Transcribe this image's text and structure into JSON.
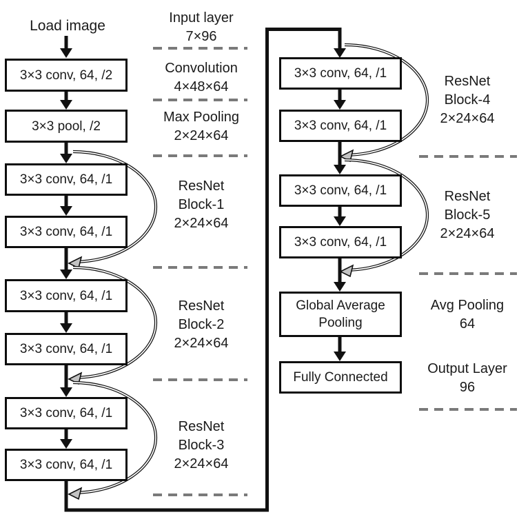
{
  "source": {
    "label": "Load image"
  },
  "boxes": {
    "left": [
      "3×3 conv, 64, /2",
      "3×3 pool, /2",
      "3×3 conv, 64, /1",
      "3×3 conv, 64, /1",
      "3×3 conv, 64, /1",
      "3×3 conv, 64, /1",
      "3×3 conv, 64, /1",
      "3×3 conv, 64, /1"
    ],
    "right": [
      "3×3 conv, 64, /1",
      "3×3 conv, 64, /1",
      "3×3 conv, 64, /1",
      "3×3 conv, 64, /1",
      "Global Average Pooling",
      "Fully Connected"
    ]
  },
  "annotations": {
    "middle": [
      {
        "lines": [
          "Input layer",
          "7×96"
        ]
      },
      {
        "lines": [
          "Convolution",
          "4×48×64"
        ]
      },
      {
        "lines": [
          "Max Pooling",
          "2×24×64"
        ]
      },
      {
        "lines": [
          "ResNet",
          "Block-1",
          "2×24×64"
        ]
      },
      {
        "lines": [
          "ResNet",
          "Block-2",
          "2×24×64"
        ]
      },
      {
        "lines": [
          "ResNet",
          "Block-3",
          "2×24×64"
        ]
      }
    ],
    "right": [
      {
        "lines": [
          "ResNet",
          "Block-4",
          "2×24×64"
        ]
      },
      {
        "lines": [
          "ResNet",
          "Block-5",
          "2×24×64"
        ]
      },
      {
        "lines": [
          "Avg Pooling",
          "64"
        ]
      },
      {
        "lines": [
          "Output Layer",
          "96"
        ]
      }
    ]
  },
  "colors": {
    "line": "#111111",
    "box_border": "#0d0d0d",
    "dash": "#7a7a7a",
    "skip_arrow_fill": "#c3c3c3",
    "text": "#1a1a1a",
    "background": "#ffffff"
  }
}
